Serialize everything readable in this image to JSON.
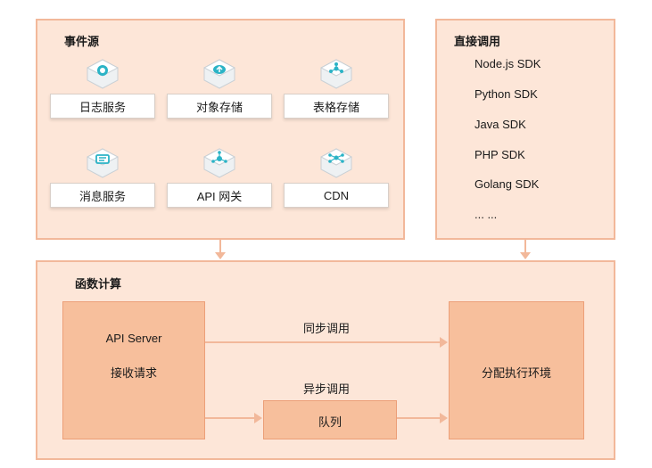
{
  "event_sources": {
    "title": "事件源",
    "items": [
      {
        "label": "日志服务",
        "icon": "log-service-icon"
      },
      {
        "label": "对象存储",
        "icon": "object-storage-icon"
      },
      {
        "label": "表格存储",
        "icon": "table-storage-icon"
      },
      {
        "label": "消息服务",
        "icon": "message-service-icon"
      },
      {
        "label": "API 网关",
        "icon": "api-gateway-icon"
      },
      {
        "label": "CDN",
        "icon": "cdn-icon"
      }
    ]
  },
  "direct_invoke": {
    "title": "直接调用",
    "sdks": [
      "Node.js SDK",
      "Python SDK",
      "Java SDK",
      "PHP SDK",
      "Golang SDK",
      "... ..."
    ]
  },
  "function_compute": {
    "title": "函数计算",
    "api_server": {
      "line1": "API Server",
      "line2": "接收请求"
    },
    "sync_label": "同步调用",
    "async_label": "异步调用",
    "queue": "队列",
    "executor": "分配执行环境"
  },
  "colors": {
    "panel_fill": "#fde6d8",
    "panel_border": "#f2b89a",
    "box_fill": "#f7bf9c",
    "arrow": "#f2b89a",
    "icon_teal": "#2bb3c6"
  }
}
